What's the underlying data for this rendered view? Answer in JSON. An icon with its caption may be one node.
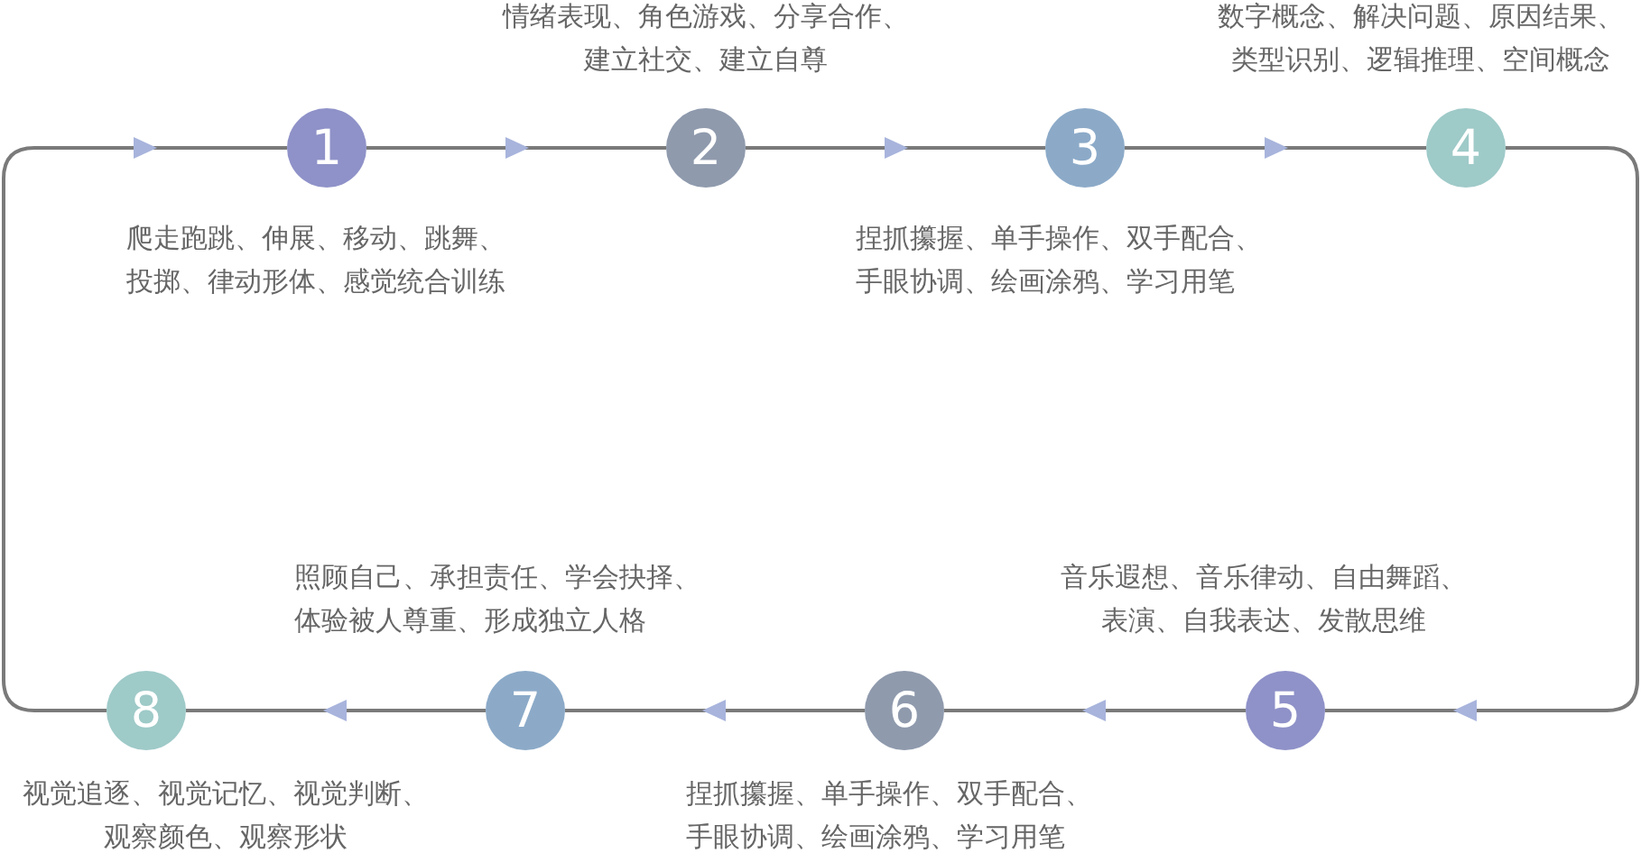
{
  "diagram": {
    "nodes": [
      {
        "text": [
          "1"
        ],
        "beside": [
          "爬走跑跳、伸展、移动、跳舞、投掷、律动形体、感觉统合训练"
        ]
      },
      {
        "text": [
          "2"
        ],
        "beside": [
          "情绪表现、角色游戏、分享合作、建立社交、建立自尊"
        ]
      },
      {
        "text": [
          "3"
        ],
        "beside": [
          "捏抓攥握、单手操作、双手配合、手眼协调、绘画涂鸦、学习用笔"
        ]
      },
      {
        "text": [
          "4"
        ],
        "beside": [
          "数字概念、解决问题、原因结果、类型识别、逻辑推理、空间概念"
        ]
      },
      {
        "text": [
          "5"
        ],
        "beside": [
          "音乐遐想、音乐律动、自由舞蹈、表演、自我表达、发散思维"
        ]
      },
      {
        "text": [
          "6"
        ],
        "beside": [
          "捏抓攥握、单手操作、双手配合、手眼协调、绘画涂鸦、学习用笔"
        ]
      },
      {
        "text": [
          "7"
        ],
        "beside": [
          "照顾自己、承担责任、学会抉择、体验被人尊重、形成独立人格"
        ]
      },
      {
        "text": [
          "8"
        ],
        "beside": [
          "视觉追逐、视觉记忆、视觉判断、观察颜色、观察形状"
        ]
      }
    ],
    "edges": [
      {
        "from": 0,
        "to": 1,
        "arrow": "to"
      },
      {
        "from": 1,
        "to": 2,
        "arrow": "to"
      },
      {
        "from": 2,
        "to": 3,
        "arrow": "to"
      },
      {
        "from": 3,
        "to": 4,
        "arrow": "to"
      },
      {
        "from": 4,
        "to": 5,
        "arrow": "to"
      },
      {
        "from": 5,
        "to": 6,
        "arrow": "to"
      },
      {
        "from": 6,
        "to": 7,
        "arrow": "to"
      },
      {
        "from": 7,
        "to": 0,
        "arrow": "to"
      }
    ]
  }
}
